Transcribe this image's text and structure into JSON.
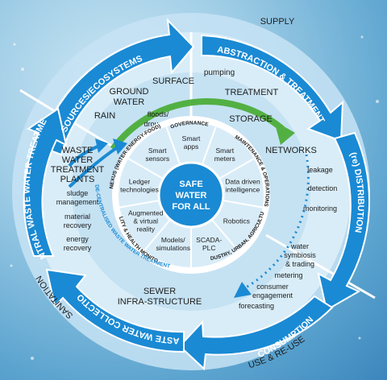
{
  "colors": {
    "arrow_blue": "#1a8ad4",
    "ring_light": "#d4eaf7",
    "ring_mid": "#a9d3ee",
    "center_blue": "#1a8ad4",
    "green": "#52b043",
    "text_dark": "#1d1d1d",
    "white": "#ffffff"
  },
  "outer": {
    "sources": "SOURCES/ECOSYSTEMS",
    "abstraction": "ABSTRACTION & TREATMENT",
    "supply": "SUPPLY",
    "distribution": "(re) DISTRIBUTION",
    "consumption": "CONSUMPTION",
    "use_reuse": "USE & RE-USE",
    "waste_collection": "WASTE WATER COLLECTION",
    "sanitation": "SANITATION",
    "central_treatment": "CENTRAL WASTE WATER TREATMENT"
  },
  "middle": {
    "rain": "RAIN",
    "ground": "GROUND",
    "water": "WATER",
    "surface": "SURFACE",
    "pumping": "pumping",
    "treatment": "TREATMENT",
    "storage": "STORAGE",
    "networks": "NETWORKS",
    "floods": "floods/",
    "droughts": "droughts",
    "leakage": "leakage",
    "detection": "detection",
    "monitoring": "monitoring",
    "wwtp": [
      "WASTE",
      "WATER",
      "TREATMENT",
      "PLANTS"
    ],
    "sludge": [
      "sludge",
      "management"
    ],
    "material": [
      "material",
      "recovery"
    ],
    "energy": [
      "energy",
      "recovery"
    ],
    "symbiosis": [
      "water",
      "symbiosis",
      "& trading"
    ],
    "metering": "metering",
    "engagement": [
      "consumer",
      "engagement"
    ],
    "forecasting": "forecasting",
    "sewer": [
      "SEWER",
      "INFRA-STRUCTURE"
    ]
  },
  "ring_labels": {
    "governance": "GOVERNANCE",
    "maintenance": "MAINTENANCE & OPERATIONS",
    "industry": "INDUSTRY, URBAN, AGRICULTURE",
    "quality": "QUALITY & HEALTH MONITORING",
    "nexus": "NEXUS (WATER-ENERGY-FOOD)",
    "decentralised": "DE-CENTRALISED WASTE WATER TREATMENT"
  },
  "segments": [
    {
      "lines": [
        "Smart",
        "apps"
      ]
    },
    {
      "lines": [
        "Smart",
        "meters"
      ]
    },
    {
      "lines": [
        "Data driven",
        "intelligence"
      ]
    },
    {
      "lines": [
        "Robotics"
      ]
    },
    {
      "lines": [
        "SCADA-",
        "PLC"
      ]
    },
    {
      "lines": [
        "Models/",
        "simulations"
      ]
    },
    {
      "lines": [
        "Augmented",
        "& virtual",
        "reality"
      ]
    },
    {
      "lines": [
        "Ledger",
        "technologies"
      ]
    },
    {
      "lines": [
        "Smart",
        "sensors"
      ]
    }
  ],
  "center": [
    "SAFE",
    "WATER",
    "FOR ALL"
  ]
}
